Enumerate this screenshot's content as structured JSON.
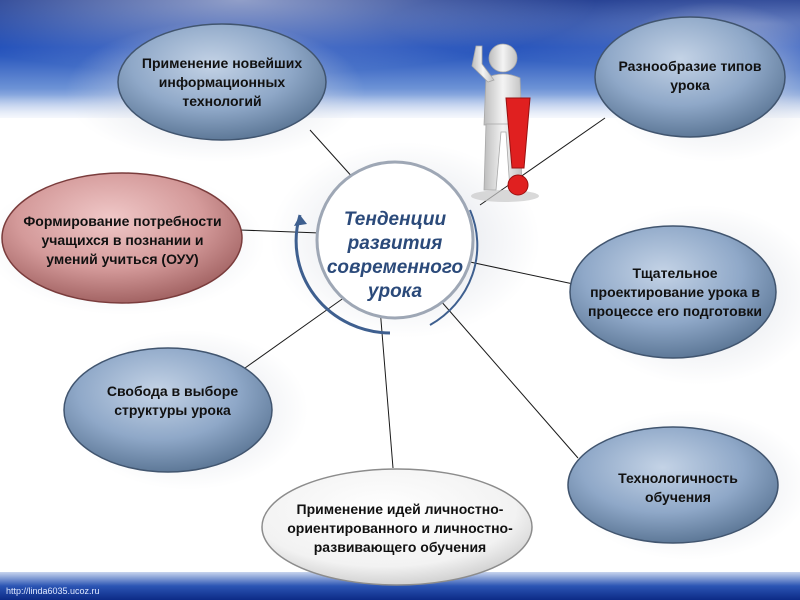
{
  "center": {
    "label": "Тенденции развития современного урока"
  },
  "nodes": {
    "technologies": {
      "label": "Применение новейших информационных технологий"
    },
    "variety": {
      "label": "Разнообразие типов урока"
    },
    "formation": {
      "label": "Формирование потребности учащихся в познании и умений учиться (ОУУ)"
    },
    "design": {
      "label": "Тщательное проектирование урока в процессе его подготовки"
    },
    "freedom": {
      "label": "Свобода в выборе структуры урока"
    },
    "manufacturability": {
      "label": "Технологичность обучения"
    },
    "ideas": {
      "label": "Применение идей личностно-ориентированного и личностно-развивающего обучения"
    }
  },
  "footer": {
    "text": "http://linda6035.ucoz.ru"
  },
  "colors": {
    "blue_node": "#8fa8c8",
    "red_node": "#d49a9a",
    "light_node": "#f2f2f2",
    "center_text": "#2b4a7a",
    "exclamation": "#e02020"
  },
  "icons": {
    "figure": "thinking-person-icon",
    "exclamation": "exclamation-icon"
  }
}
